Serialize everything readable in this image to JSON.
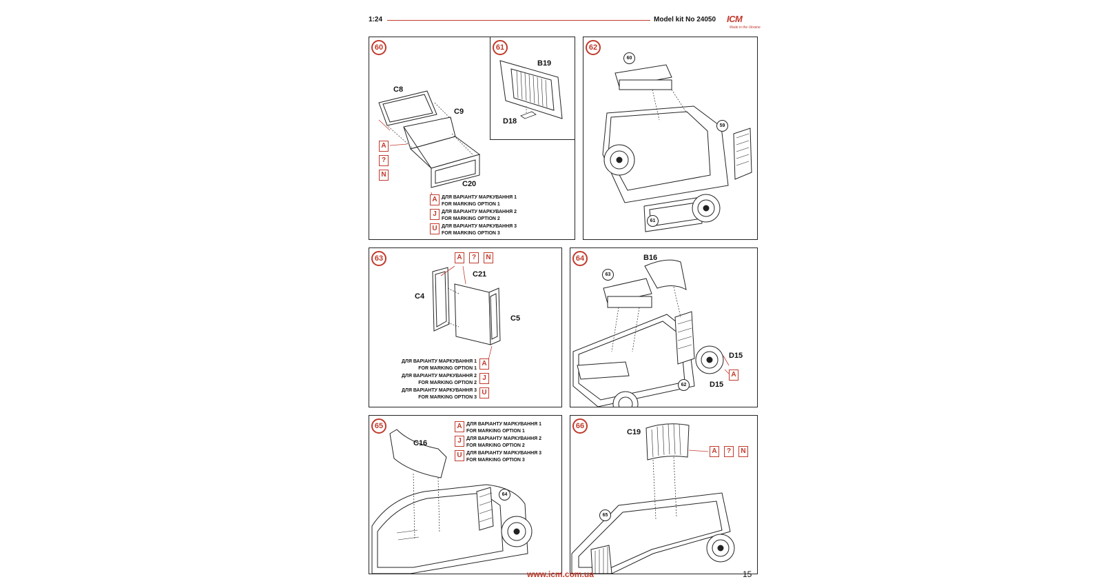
{
  "header": {
    "scale": "1:24",
    "kit": "Model kit No 24050",
    "logo_brand": "ICM",
    "logo_tagline": "Made in the Ukraine",
    "accent_color": "#c0392b"
  },
  "footer": {
    "url": "www.icm.com.ua",
    "page": "15"
  },
  "legend": [
    {
      "box": "A",
      "ua": "ДЛЯ ВАРІАНТУ МАРКУВАННЯ 1",
      "en": "FOR MARKING OPTION 1"
    },
    {
      "box": "J",
      "ua": "ДЛЯ ВАРІАНТУ МАРКУВАННЯ 2",
      "en": "FOR MARKING OPTION 2"
    },
    {
      "box": "U",
      "ua": "ДЛЯ ВАРІАНТУ МАРКУВАННЯ 3",
      "en": "FOR MARKING OPTION 3"
    }
  ],
  "steps": {
    "s60": {
      "num": "60",
      "parts": [
        "C8",
        "C9",
        "C20"
      ],
      "marks": [
        "A",
        "?",
        "N"
      ]
    },
    "s61": {
      "num": "61",
      "parts": [
        "B19",
        "D18"
      ]
    },
    "s62": {
      "num": "62",
      "refs": [
        "60",
        "59",
        "61"
      ]
    },
    "s63": {
      "num": "63",
      "parts": [
        "C21",
        "C4",
        "C5"
      ],
      "marks": [
        "A",
        "?",
        "N"
      ]
    },
    "s64": {
      "num": "64",
      "parts": [
        "B16",
        "D15",
        "D15"
      ],
      "refs": [
        "63",
        "62"
      ],
      "marks": [
        "A"
      ]
    },
    "s65": {
      "num": "65",
      "parts": [
        "C16"
      ],
      "refs": [
        "64"
      ]
    },
    "s66": {
      "num": "66",
      "parts": [
        "C19"
      ],
      "refs": [
        "65"
      ],
      "marks": [
        "A",
        "?",
        "N"
      ]
    }
  }
}
